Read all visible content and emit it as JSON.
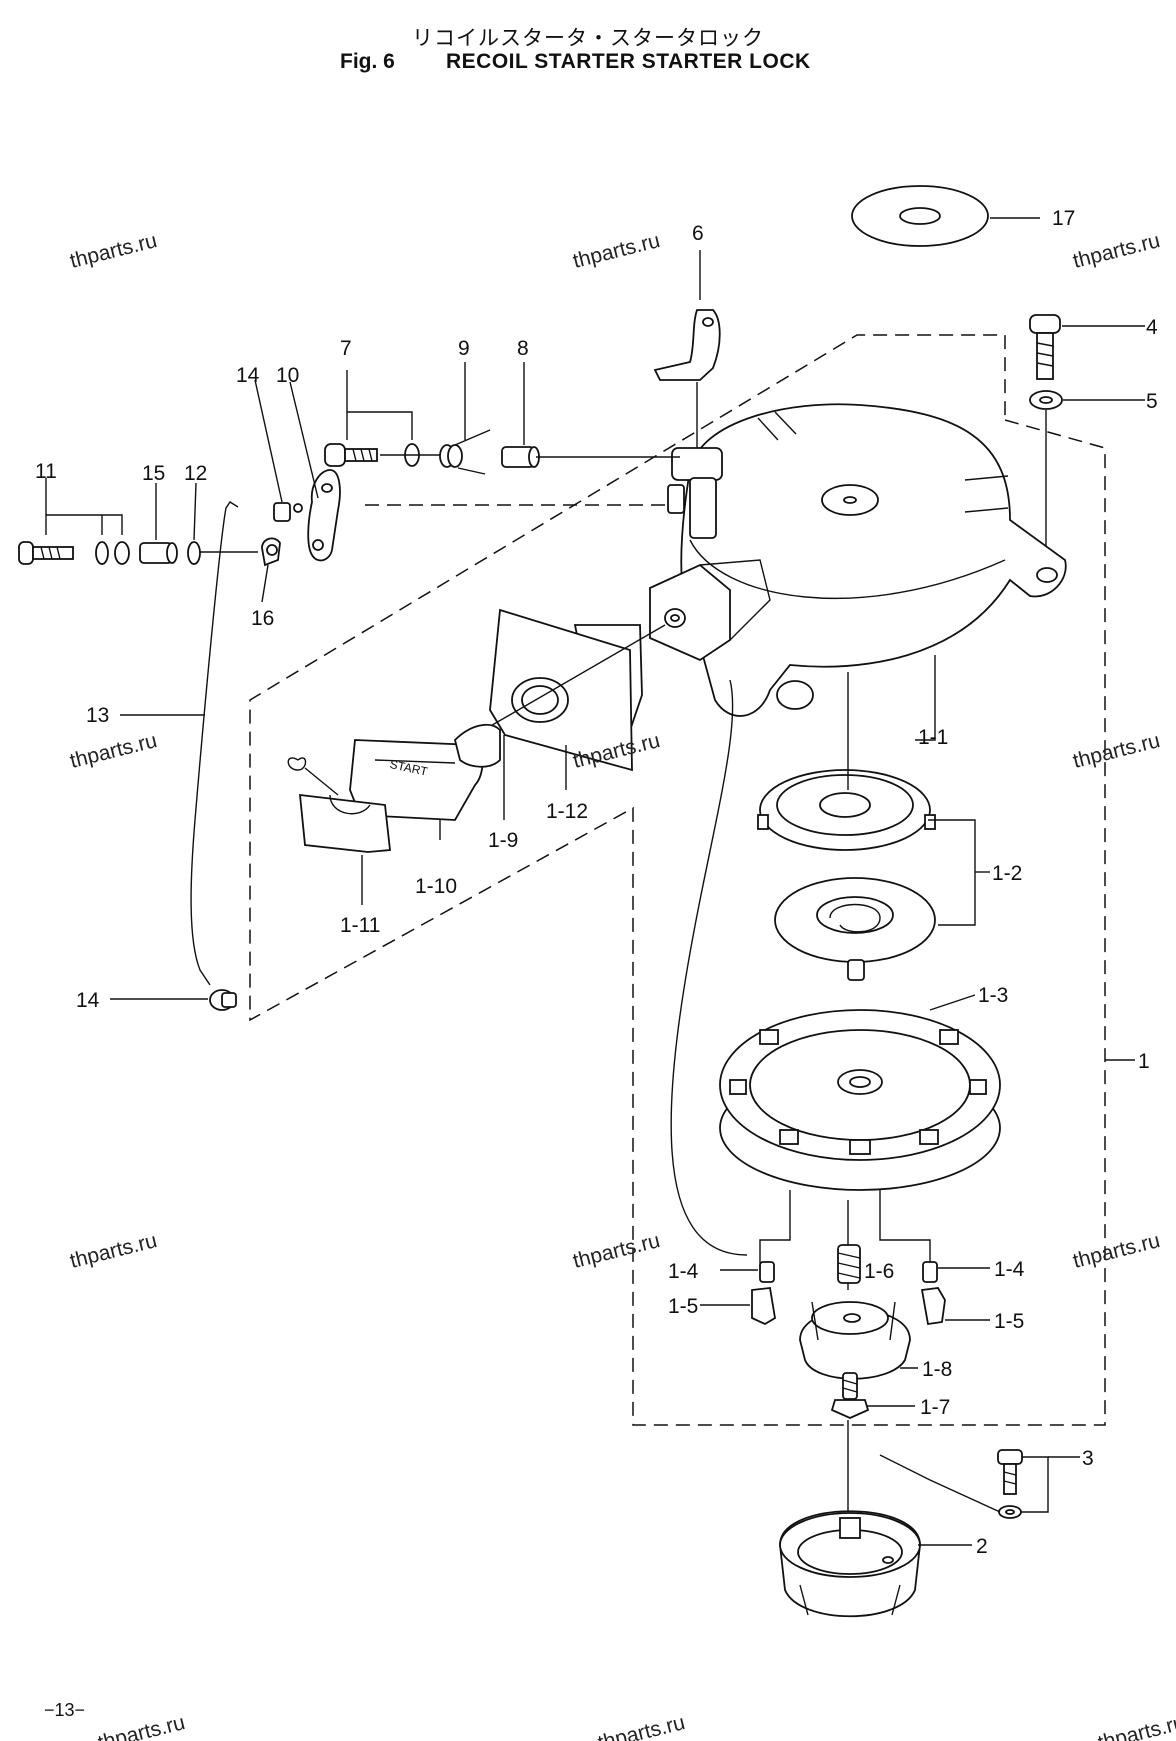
{
  "header": {
    "title_jp": "リコイルスタータ・スタータロック",
    "fig_no": "Fig. 6",
    "title_en": "RECOIL STARTER STARTER LOCK"
  },
  "watermark": "thparts.ru",
  "callouts": {
    "c17": "17",
    "c6": "6",
    "c4": "4",
    "c5": "5",
    "c7": "7",
    "c9": "9",
    "c8": "8",
    "c14a": "14",
    "c10": "10",
    "c11": "11",
    "c15": "15",
    "c12": "12",
    "c16": "16",
    "c13": "13",
    "c1_1": "1-1",
    "c1_12": "1-12",
    "c1_9": "1-9",
    "c1_10": "1-10",
    "c1_11": "1-11",
    "c1_2": "1-2",
    "c14b": "14",
    "c1_3": "1-3",
    "c1": "1",
    "c1_4a": "1-4",
    "c1_6": "1-6",
    "c1_4b": "1-4",
    "c1_5a": "1-5",
    "c1_5b": "1-5",
    "c1_8": "1-8",
    "c1_7": "1-7",
    "c3": "3",
    "c2": "2"
  },
  "page_number": "−13−"
}
